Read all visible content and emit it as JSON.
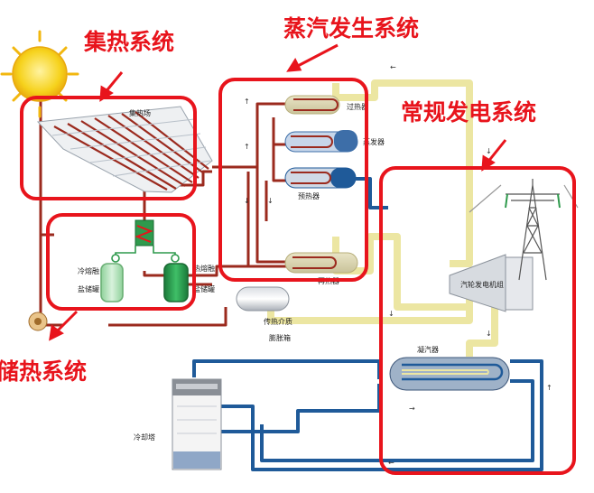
{
  "systems": {
    "collector": {
      "title": "集热系统",
      "field_label": "集热场"
    },
    "steam": {
      "title": "蒸汽发生系统",
      "superheater": "过热器",
      "evaporator": "蒸发器",
      "preheater": "预热器",
      "reheater": "再热器"
    },
    "power": {
      "title": "常规发电系统",
      "turbine_generator": "汽轮发电机组",
      "condenser": "凝汽器",
      "cooling_tower": "冷却塔"
    },
    "storage": {
      "title": "储热系统",
      "cold_tank_line1": "冷熔融",
      "cold_tank_line2": "盐储罐",
      "hot_tank_line1": "热熔融",
      "hot_tank_line2": "盐储罐"
    },
    "expansion_tank": {
      "line1": "传热介质",
      "line2": "膨胀箱"
    }
  },
  "colors": {
    "highlight_red": "#e8141c",
    "hot_pipe": "#9b2a1e",
    "cold_pipe": "#1f5a99",
    "steam_pipe": "#ece6a2",
    "sun_yellow": "#f6d21c"
  }
}
